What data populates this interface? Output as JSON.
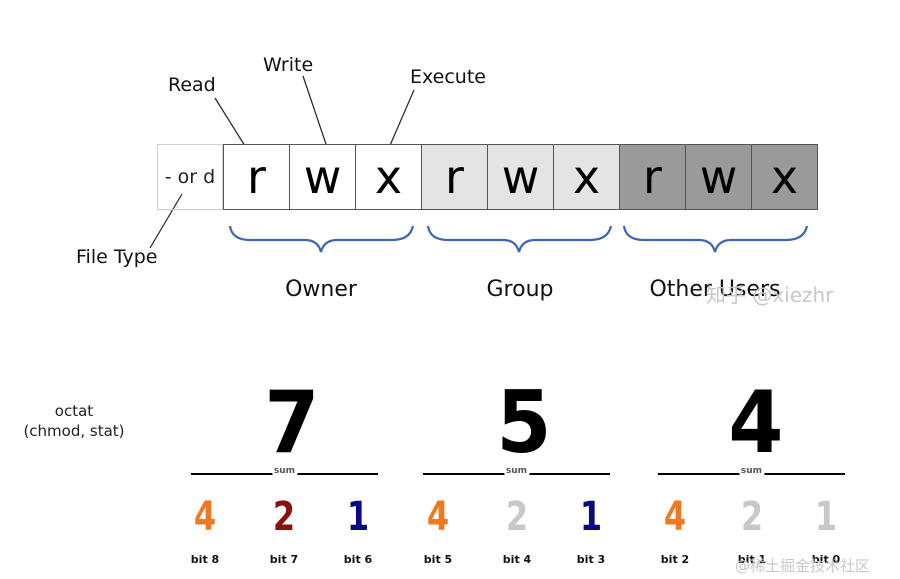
{
  "callouts": {
    "read": "Read",
    "write": "Write",
    "execute": "Execute",
    "file_type": "File Type"
  },
  "file_type_cell": "- or d",
  "permission_cells": [
    {
      "text": "r",
      "bg": "#ffffff"
    },
    {
      "text": "w",
      "bg": "#ffffff"
    },
    {
      "text": "x",
      "bg": "#ffffff"
    },
    {
      "text": "r",
      "bg": "#e4e4e4"
    },
    {
      "text": "w",
      "bg": "#e4e4e4"
    },
    {
      "text": "x",
      "bg": "#e4e4e4"
    },
    {
      "text": "r",
      "bg": "#9a9a9a"
    },
    {
      "text": "w",
      "bg": "#9a9a9a"
    },
    {
      "text": "x",
      "bg": "#9a9a9a"
    }
  ],
  "groups": [
    "Owner",
    "Group",
    "Other Users"
  ],
  "octat_label": [
    "octat",
    "(chmod, stat)"
  ],
  "octal_digits": [
    "7",
    "5",
    "4"
  ],
  "sum_label": "sum",
  "bits": [
    {
      "value": "4",
      "label": "bit 8",
      "color": "#f07820"
    },
    {
      "value": "2",
      "label": "bit 7",
      "color": "#8b1010"
    },
    {
      "value": "1",
      "label": "bit 6",
      "color": "#0a0a80"
    },
    {
      "value": "4",
      "label": "bit 5",
      "color": "#f07820"
    },
    {
      "value": "2",
      "label": "bit 4",
      "color": "#c8c8c8"
    },
    {
      "value": "1",
      "label": "bit 3",
      "color": "#0a0a80"
    },
    {
      "value": "4",
      "label": "bit 2",
      "color": "#f07820"
    },
    {
      "value": "2",
      "label": "bit 1",
      "color": "#c8c8c8"
    },
    {
      "value": "1",
      "label": "bit 0",
      "color": "#c8c8c8"
    }
  ],
  "watermarks": {
    "zhihu": "知乎 @xiezhr",
    "juejin": "@稀土掘金技术社区"
  }
}
